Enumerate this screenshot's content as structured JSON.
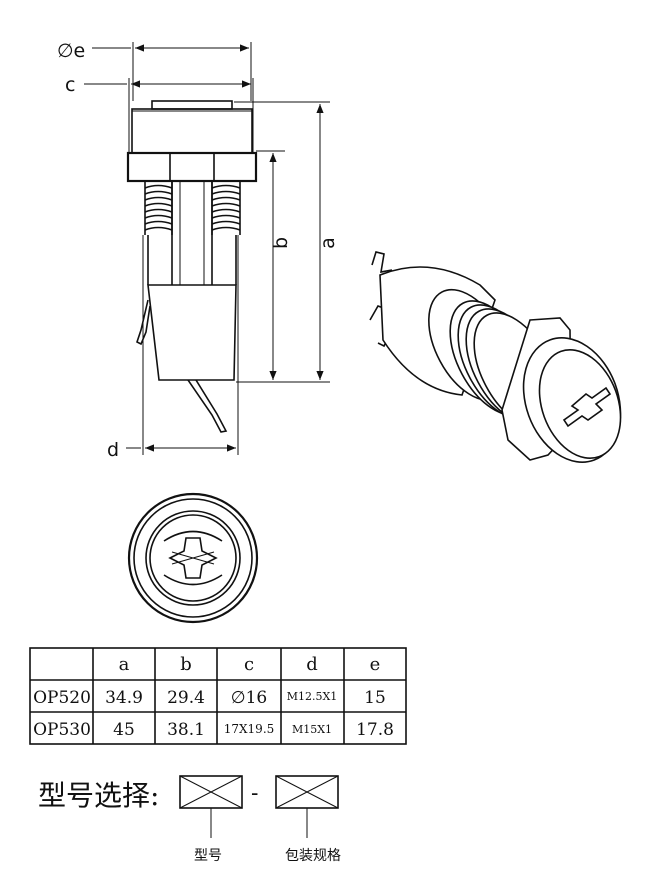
{
  "dimension_labels": {
    "phi_e": "∅e",
    "c": "c",
    "d": "d",
    "b": "b",
    "a": "a"
  },
  "spec_table": {
    "headers": [
      "",
      "a",
      "b",
      "c",
      "d",
      "e"
    ],
    "rows": [
      [
        "OP520",
        "34.9",
        "29.4",
        "∅16",
        "M12.5X1",
        "15"
      ],
      [
        "OP530",
        "45",
        "38.1",
        "17X19.5",
        "M15X1",
        "17.8"
      ]
    ]
  },
  "model_selection": {
    "label": "型号选择:",
    "separator": "-",
    "box1_caption": "型号",
    "box2_caption": "包装规格"
  }
}
